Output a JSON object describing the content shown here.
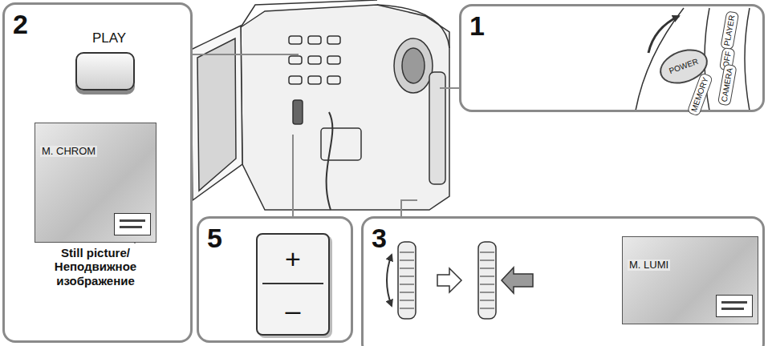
{
  "diagram": {
    "nodes": [
      {
        "text": [
          "2"
        ]
      },
      {
        "text": [
          "PLAY"
        ],
        "in": 0
      },
      {
        "text": [
          "M. CHROM"
        ],
        "in": 0
      },
      {
        "text": [
          "1"
        ]
      },
      {
        "text": [
          "POWER"
        ],
        "in": 3
      },
      {
        "text": [
          "5"
        ]
      },
      {
        "text": [
          "+",
          "–"
        ],
        "in": 5
      },
      {
        "text": [
          "3"
        ]
      },
      {
        "text": [
          "M. LUMI"
        ],
        "in": 7
      }
    ],
    "labels": [
      "Still picture/ Неподвижное изображение",
      "PLAYER",
      "OFF",
      "CAMERA",
      "MEMORY"
    ]
  }
}
